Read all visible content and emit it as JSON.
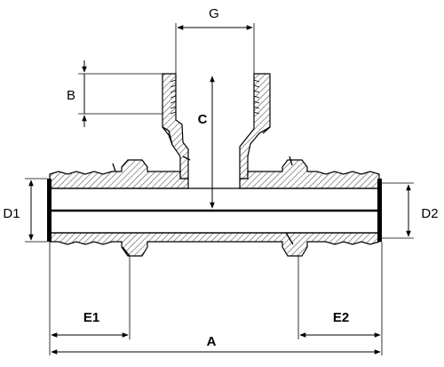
{
  "diagram": {
    "labels": {
      "g": "G",
      "b": "B",
      "c": "C",
      "d1": "D1",
      "d2": "D2",
      "e1": "E1",
      "e2": "E2",
      "a": "A"
    }
  }
}
